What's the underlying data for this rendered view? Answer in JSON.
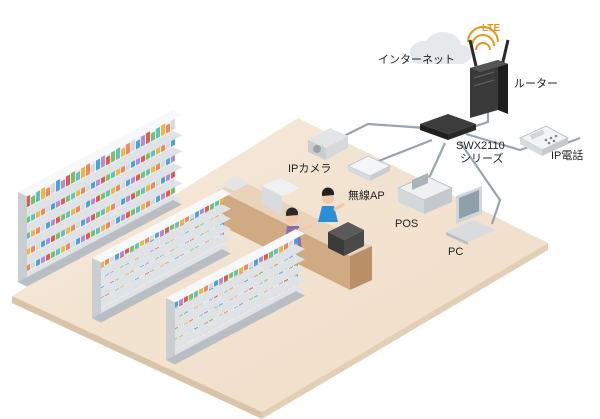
{
  "labels": {
    "lte": "LTE",
    "internet": "インターネット",
    "router": "ルーター",
    "switch_line1": "SWX2110",
    "switch_line2": "シリーズ",
    "ip_phone": "IP電話",
    "ip_camera": "IPカメラ",
    "wireless_ap": "無線AP",
    "pos": "POS",
    "pc": "PC"
  },
  "colors": {
    "floor": "#f3e4d2",
    "floor_edge": "#d9c4aa",
    "cable": "#9aa4ab",
    "lte_accent": "#e8951e",
    "device_dark": "#2b2b2b",
    "shirt_blue": "#2a8fd6",
    "shirt_purple": "#8a70a8"
  }
}
